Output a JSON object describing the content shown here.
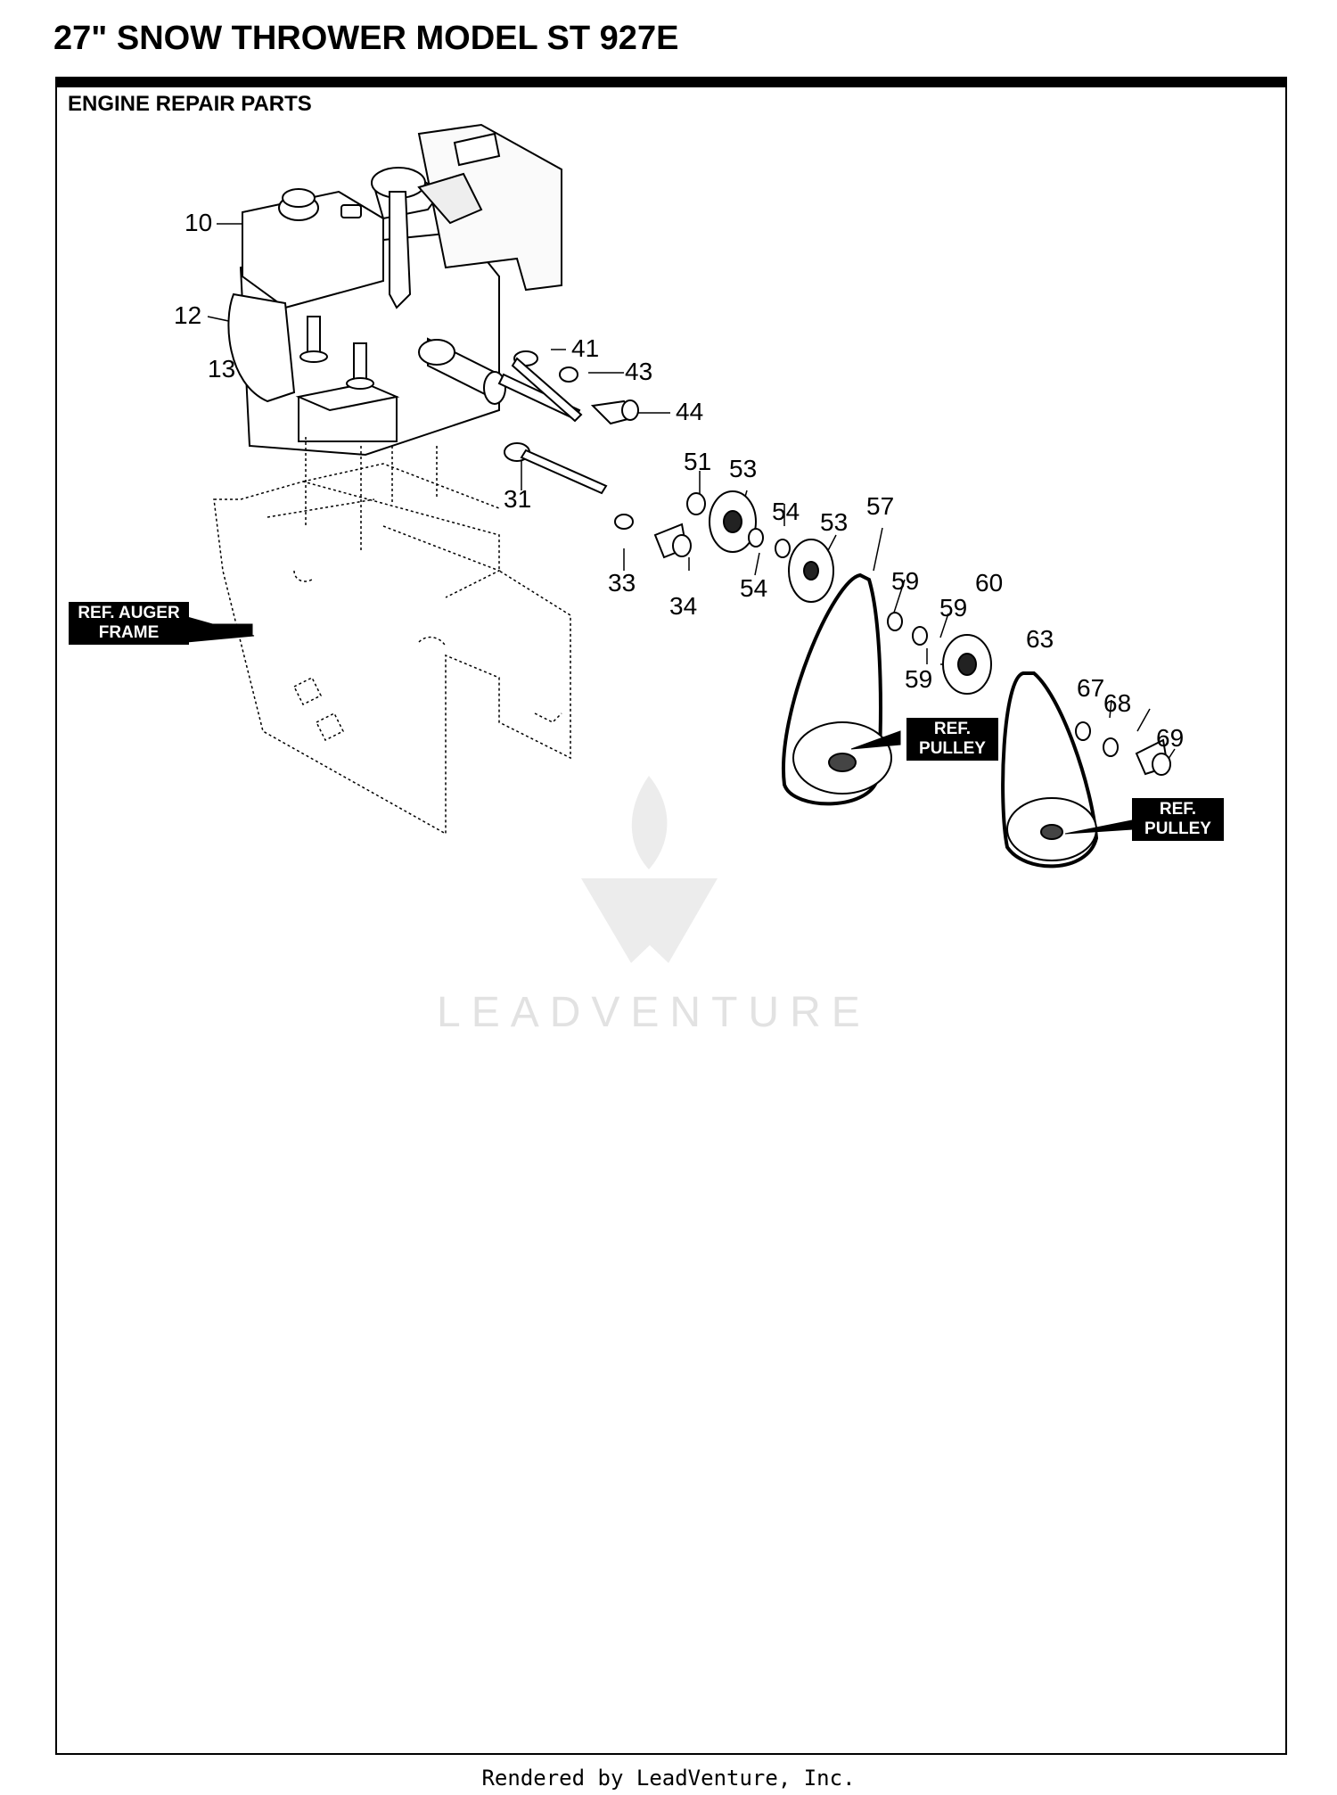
{
  "page": {
    "title": "27\" SNOW THROWER MODEL ST 927E",
    "section_title": "ENGINE REPAIR PARTS",
    "footer": "Rendered by LeadVenture, Inc.",
    "watermark": "LEADVENTURE"
  },
  "callouts": {
    "c10": "10",
    "c12": "12",
    "c13": "13",
    "c41": "41",
    "c43": "43",
    "c44": "44",
    "c31": "31",
    "c51": "51",
    "c53a": "53",
    "c54a": "54",
    "c53b": "53",
    "c57": "57",
    "c33": "33",
    "c34": "34",
    "c54b": "54",
    "c59a": "59",
    "c59b": "59",
    "c60": "60",
    "c59c": "59",
    "c63": "63",
    "c67": "67",
    "c68": "68",
    "c69": "69"
  },
  "refs": {
    "auger_frame": {
      "line1": "REF. AUGER",
      "line2": "FRAME"
    },
    "pulley_1": {
      "line1": "REF.",
      "line2": "PULLEY"
    },
    "pulley_2": {
      "line1": "REF.",
      "line2": "PULLEY"
    }
  }
}
